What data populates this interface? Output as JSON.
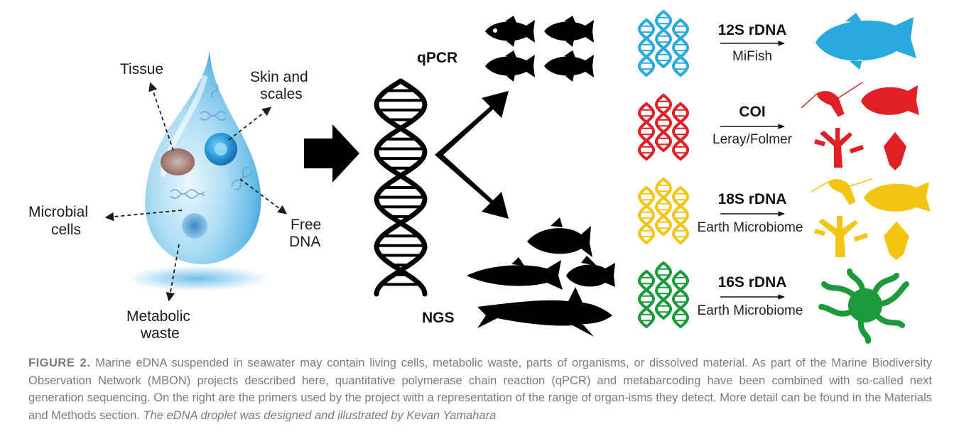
{
  "droplet": {
    "labels": {
      "tissue": "Tissue",
      "skin_line1": "Skin and",
      "skin_line2": "scales",
      "microbial_line1": "Microbial",
      "microbial_line2": "cells",
      "free_line1": "Free",
      "free_line2": "DNA",
      "metabolic_line1": "Metabolic",
      "metabolic_line2": "waste"
    }
  },
  "methods": {
    "qpcr": "qPCR",
    "ngs": "NGS"
  },
  "primers": [
    {
      "name": "12S rDNA",
      "sub": "MiFish",
      "color": "#2aa9df"
    },
    {
      "name": "COI",
      "sub": "Leray/Folmer",
      "color": "#e01f26"
    },
    {
      "name": "18S rDNA",
      "sub": "Earth Microbiome",
      "color": "#f2c511"
    },
    {
      "name": "16S rDNA",
      "sub": "Earth Microbiome",
      "color": "#1a9a3a"
    }
  ],
  "caption": {
    "label": "FIGURE 2.",
    "text": " Marine eDNA suspended in seawater may contain living cells, metabolic waste, parts of organisms, or dissolved material. As part of the Marine Biodiversity Observation Network (MBON) projects described here, quantitative polymerase chain reaction (qPCR) and metabarcoding have been combined with so-called next generation sequencing. On the right are the primers used by the project with a representation of the range of organ-isms they detect. More detail can be found in the Materials and Methods section. ",
    "credit": "The eDNA droplet was designed and illustrated by Kevan Yamahara"
  }
}
